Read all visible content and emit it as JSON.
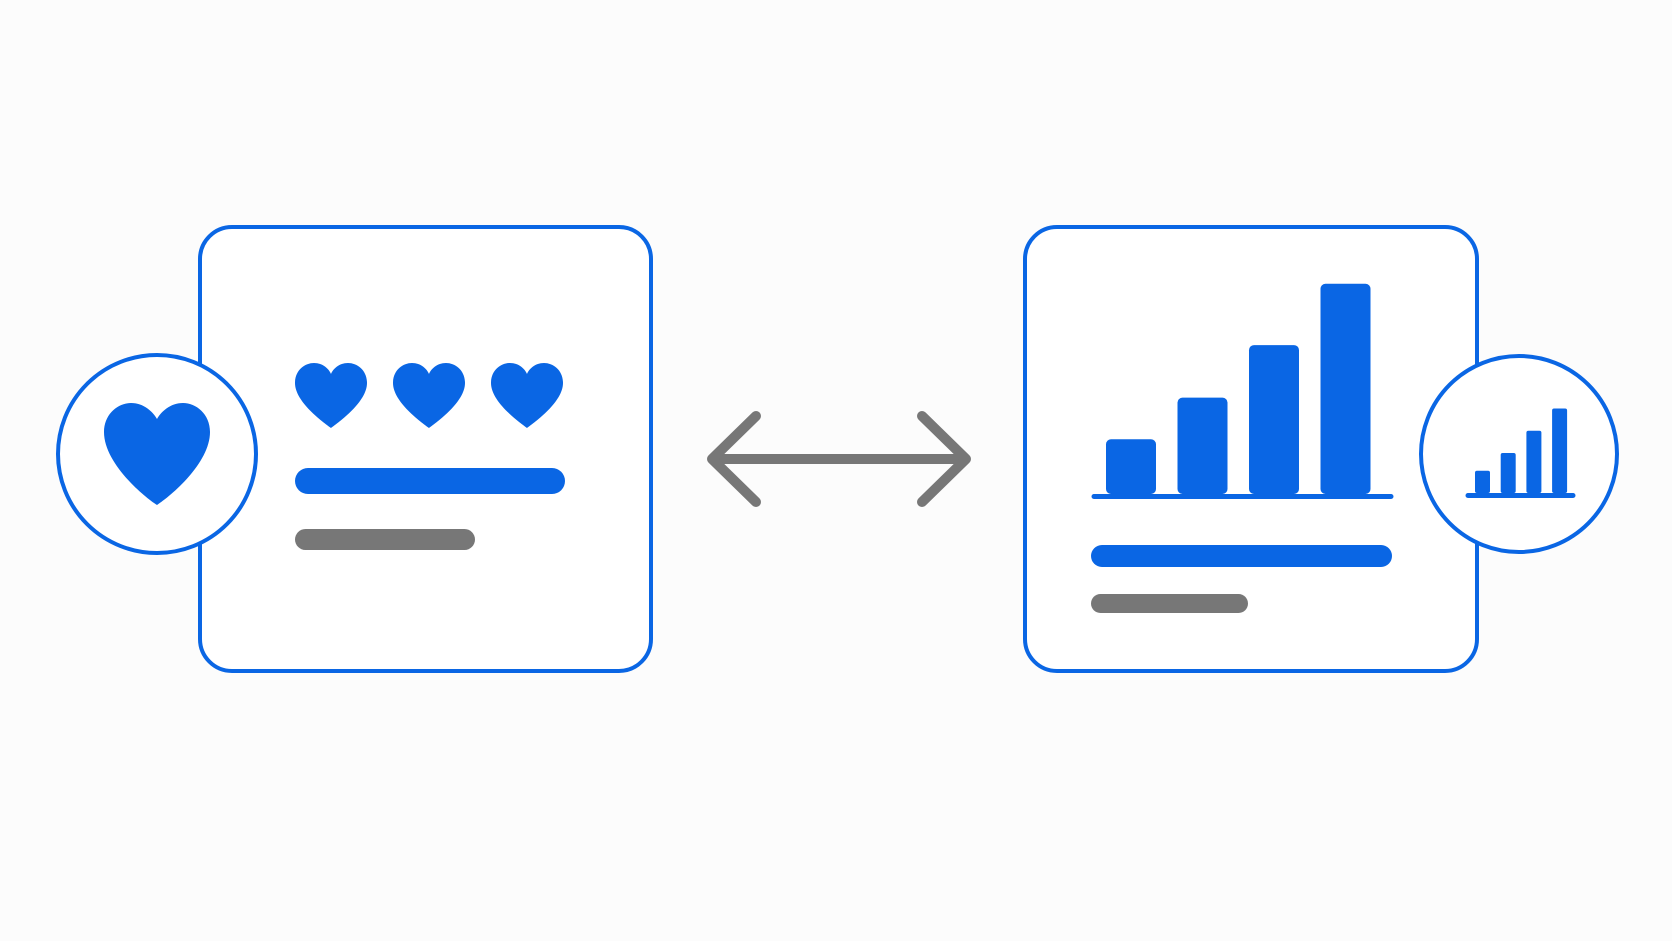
{
  "colors": {
    "background": "#fcfcfc",
    "accent": "#0a66e4",
    "neutral": "#777777",
    "panel_fill": "#ffffff"
  },
  "icons": {
    "left_badge": "heart-icon",
    "left_card_row": "heart-icon",
    "connector": "double-headed-arrow-icon",
    "right_badge": "bar-chart-icon"
  },
  "left_card": {
    "heart_count": 3,
    "lines": [
      {
        "color": "accent"
      },
      {
        "color": "neutral"
      }
    ]
  },
  "right_card": {
    "chart_data": {
      "type": "bar",
      "values": [
        2.5,
        4.4,
        6.8,
        9.6
      ],
      "ylim": [
        0,
        10
      ],
      "grid": false
    },
    "lines": [
      {
        "color": "accent"
      },
      {
        "color": "neutral"
      }
    ]
  },
  "right_badge": {
    "chart_data": {
      "type": "bar",
      "values": [
        1.0,
        1.8,
        2.8,
        3.8
      ],
      "ylim": [
        0,
        4
      ],
      "grid": false
    }
  }
}
